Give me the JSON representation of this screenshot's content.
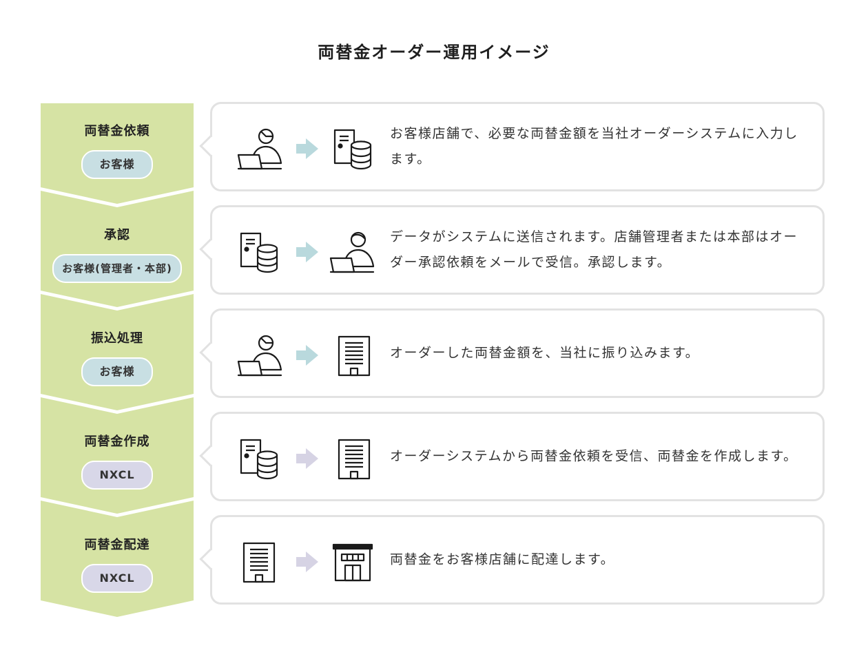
{
  "title": "両替金オーダー運用イメージ",
  "colors": {
    "step_green": "#d6e3a4",
    "arrow_blue": "#b9d9dd",
    "arrow_lavender": "#d6d3e4",
    "pill_blue": "#c8dfe3",
    "pill_lavender": "#d8d7e8",
    "card_border": "#e2e2e2"
  },
  "steps": [
    {
      "name": "両替金依頼",
      "actor": "お客様",
      "from_icon": "user-laptop-icon",
      "to_icon": "server-database-icon",
      "arrow_color": "blue",
      "description": "お客様店舗で、必要な両替金額を当社オーダーシステムに入力します。"
    },
    {
      "name": "承認",
      "actor": "お客様(管理者・本部)",
      "from_icon": "server-database-icon",
      "to_icon": "user-laptop-icon",
      "arrow_color": "blue",
      "description": "データがシステムに送信されます。店舗管理者または本部はオーダー承認依頼をメールで受信。承認します。"
    },
    {
      "name": "振込処理",
      "actor": "お客様",
      "from_icon": "user-laptop-icon",
      "to_icon": "office-building-icon",
      "arrow_color": "blue",
      "description": "オーダーした両替金額を、当社に振り込みます。"
    },
    {
      "name": "両替金作成",
      "actor": "NXCL",
      "from_icon": "server-database-icon",
      "to_icon": "office-building-icon",
      "arrow_color": "lavender",
      "description": "オーダーシステムから両替金依頼を受信、両替金を作成します。"
    },
    {
      "name": "両替金配達",
      "actor": "NXCL",
      "from_icon": "office-building-icon",
      "to_icon": "store-front-icon",
      "arrow_color": "lavender",
      "description": "両替金をお客様店舗に配達します。"
    }
  ]
}
